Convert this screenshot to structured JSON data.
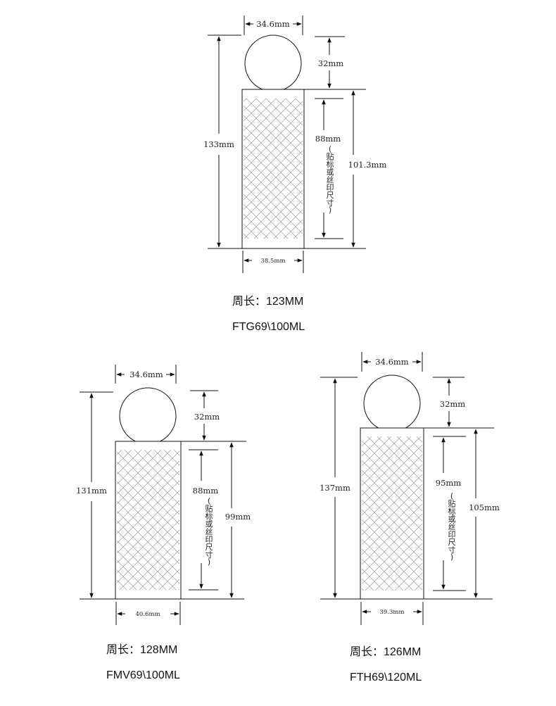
{
  "bottles": [
    {
      "id": "ftg",
      "dims": {
        "cap_width": "34.6mm",
        "cap_height": "32mm",
        "total_height": "133mm",
        "label_height": "88mm",
        "body_height": "101.3mm",
        "base_width": "38.5mm",
        "label_note": [
          "(",
          "贴",
          "标",
          "或",
          "丝",
          "印",
          "尺",
          "寸",
          ")"
        ]
      },
      "perimeter": "周长：123MM",
      "model": "FTG69\\100ML"
    },
    {
      "id": "fmv",
      "dims": {
        "cap_width": "34.6mm",
        "cap_height": "32mm",
        "total_height": "131mm",
        "label_height": "88mm",
        "body_height": "99mm",
        "base_width": "40.6mm",
        "label_note": [
          "(",
          "贴",
          "标",
          "或",
          "丝",
          "印",
          "尺",
          "寸",
          ")"
        ]
      },
      "perimeter": "周长：128MM",
      "model": "FMV69\\100ML"
    },
    {
      "id": "fth",
      "dims": {
        "cap_width": "34.6mm",
        "cap_height": "32mm",
        "total_height": "137mm",
        "label_height": "95mm",
        "body_height": "105mm",
        "base_width": "39.3mm",
        "label_note": [
          "(",
          "贴",
          "标",
          "或",
          "丝",
          "印",
          "尺",
          "寸",
          ")"
        ]
      },
      "perimeter": "周长：126MM",
      "model": "FTH69\\120ML"
    }
  ]
}
